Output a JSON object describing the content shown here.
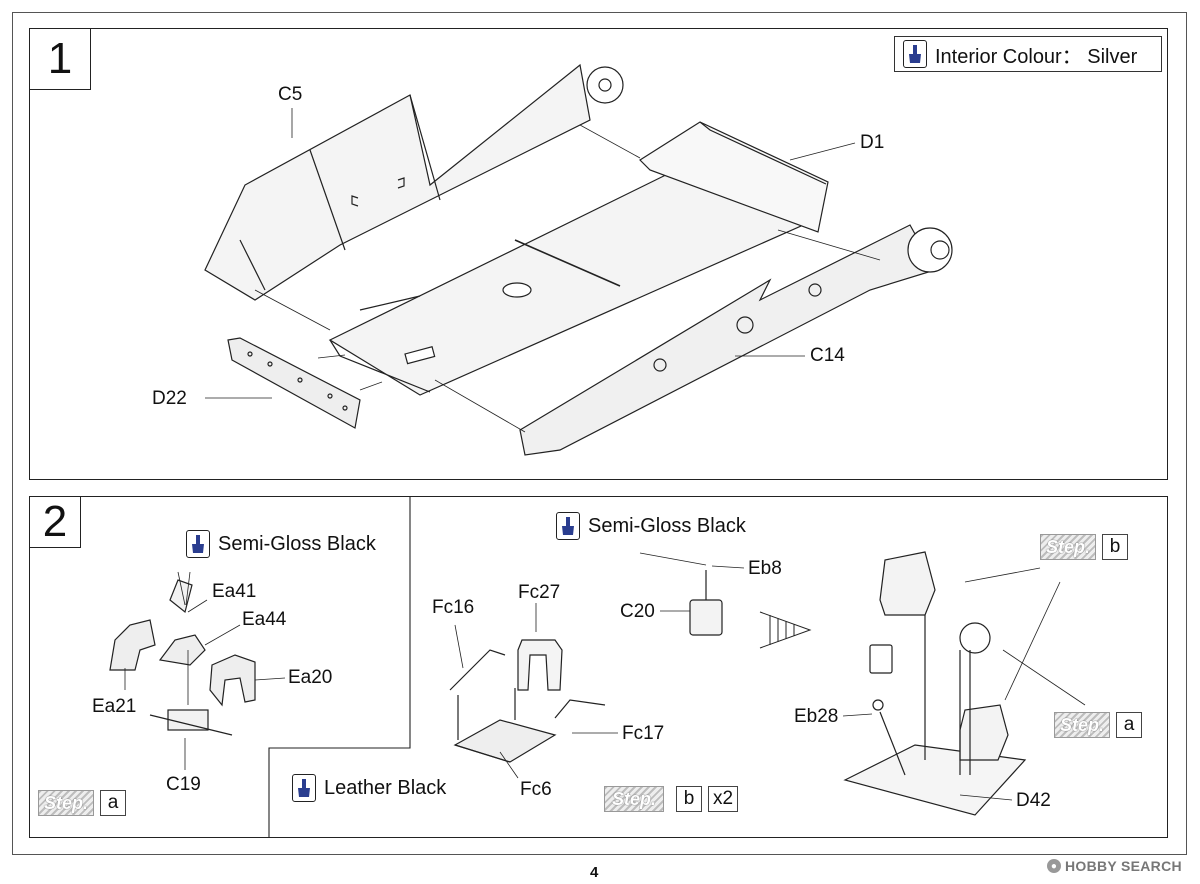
{
  "step1": {
    "number": "1",
    "paint": {
      "label": "Interior Colour： Silver",
      "icon": "paint-brush-icon"
    },
    "parts": {
      "c5": "C5",
      "d1": "D1",
      "d22": "D22",
      "c14": "C14"
    }
  },
  "step2": {
    "number": "2",
    "left": {
      "paint": {
        "label": "Semi-Gloss Black",
        "icon": "paint-brush-icon"
      },
      "parts": {
        "ea41": "Ea41",
        "ea44": "Ea44",
        "ea20": "Ea20",
        "ea21": "Ea21",
        "c19": "C19"
      },
      "ref": {
        "step_label": "Step.",
        "value": "a"
      }
    },
    "right": {
      "paint_top": {
        "label": "Semi-Gloss Black",
        "icon": "paint-brush-icon"
      },
      "paint_bottom": {
        "label": "Leather Black",
        "icon": "paint-brush-icon"
      },
      "parts": {
        "fc16": "Fc16",
        "fc27": "Fc27",
        "fc17": "Fc17",
        "fc6": "Fc6",
        "eb8": "Eb8",
        "c20": "C20",
        "eb28": "Eb28",
        "d42": "D42"
      },
      "ref_seat": {
        "step_label": "Step.",
        "value": "b",
        "multiplier": "x2"
      },
      "ref_b": {
        "step_label": "Step.",
        "value": "b"
      },
      "ref_a": {
        "step_label": "Step.",
        "value": "a"
      }
    }
  },
  "footer": {
    "page_number": "4",
    "watermark": "HOBBY SEARCH"
  }
}
